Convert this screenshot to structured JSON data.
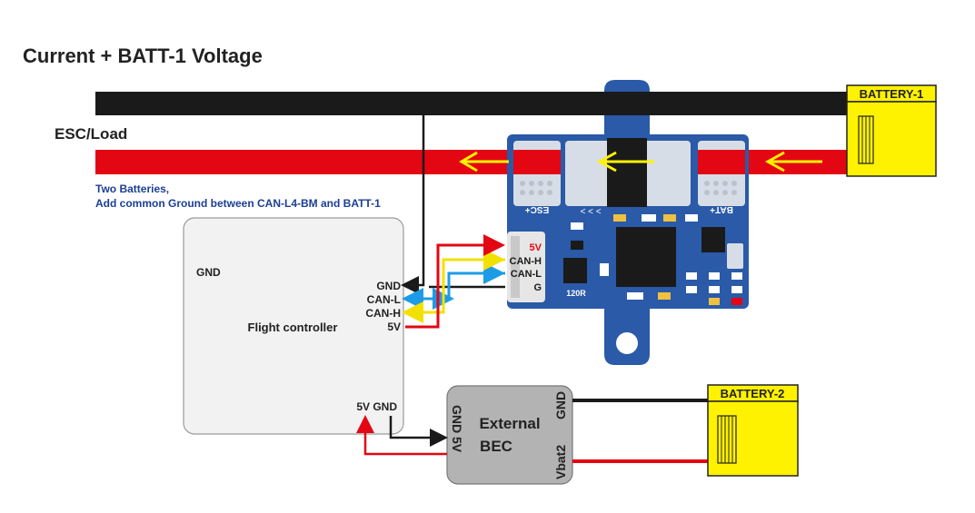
{
  "title": "Current + BATT-1 Voltage",
  "esc_label": "ESC/Load",
  "note": {
    "line1": "Two Batteries,",
    "line2": "Add common Ground between CAN-L4-BM and BATT-1"
  },
  "battery1": {
    "label": "BATTERY-1"
  },
  "battery2": {
    "label": "BATTERY-2"
  },
  "flight_controller": {
    "gnd_top": "GND",
    "name": "Flight controller",
    "pins": [
      "GND",
      "CAN-L",
      "CAN-H",
      "5V"
    ],
    "power_pins": "5V GND"
  },
  "module": {
    "esc_pad": "ESC+",
    "bat_pad": "BAT+",
    "connector_pins": [
      "5V",
      "CAN-H",
      "CAN-L",
      "G"
    ],
    "resistor_label": "120R"
  },
  "bec": {
    "name_line1": "External",
    "name_line2": "BEC",
    "left_pins": "GND 5V",
    "right_gnd": "GND",
    "right_vbat": "Vbat2"
  },
  "colors": {
    "wire_black": "#1a1a1a",
    "wire_red": "#e30613",
    "wire_yellow": "#fff200",
    "wire_blue": "#1e9be6",
    "board_blue": "#2a5aa8",
    "battery_yellow": "#fff200",
    "note_blue": "#1b3f94",
    "arrow_yellow": "#fff200"
  }
}
